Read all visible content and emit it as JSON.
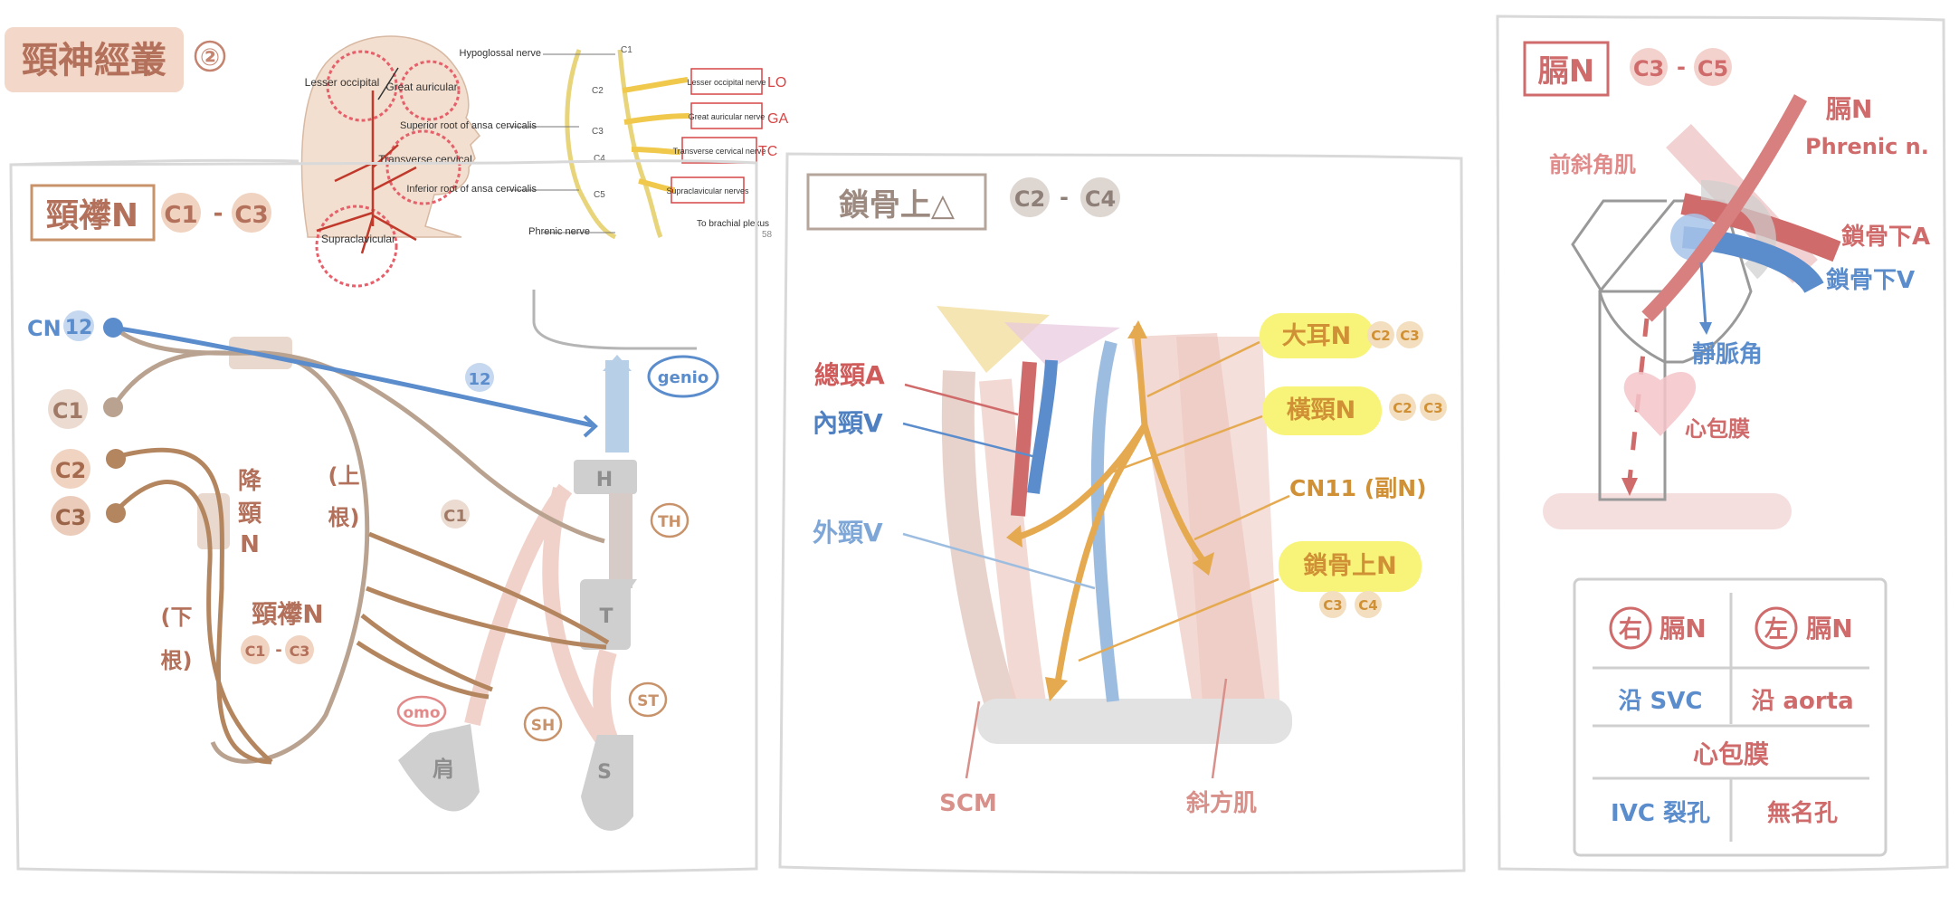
{
  "header": {
    "title": "頸神經叢",
    "number": "②"
  },
  "reference_figure": {
    "head_labels": [
      "Lesser occipital",
      "Great auricular",
      "Transverse cervical",
      "Supraclavicular"
    ],
    "left_labels": [
      "Hypoglossal nerve",
      "Superior root of ansa cervicalis",
      "Inferior root of ansa cervicalis",
      "Phrenic nerve"
    ],
    "levels": [
      "C1",
      "C2",
      "C3",
      "C4",
      "C5"
    ],
    "boxed_labels": [
      "Lesser occipital nerve",
      "Great auricular nerve",
      "Transverse cervical nerve",
      "Supraclavicular nerves"
    ],
    "abbreviations": [
      "LO",
      "GA",
      "TC"
    ],
    "bottom_right": "To brachial plexus",
    "page_number": "58"
  },
  "panel1": {
    "title": "頸襻N",
    "levels": [
      "C1",
      "C3"
    ],
    "dash": "-",
    "cn12": {
      "prefix": "CN",
      "num": "12"
    },
    "roots": [
      "C1",
      "C2",
      "C3"
    ],
    "badge_12": "12",
    "genio": "genio",
    "descending_cervical": [
      "降",
      "頸",
      "N"
    ],
    "upper_root": [
      "(上",
      "根)"
    ],
    "lower_root": [
      "(下",
      "根)"
    ],
    "c1_badge": "C1",
    "ansa_label": "頸襻N",
    "ansa_levels": [
      "C1",
      "C3"
    ],
    "muscles": {
      "H": "H",
      "T": "T",
      "S": "S",
      "shoulder": "肩"
    },
    "badges": {
      "TH": "TH",
      "ST": "ST",
      "SH": "SH",
      "omo": "omo"
    }
  },
  "panel2": {
    "title": "鎖骨上△",
    "levels": [
      "C2",
      "C4"
    ],
    "dash": "-",
    "left_labels": {
      "cca": "總頸A",
      "ijv": "內頸V",
      "ejv": "外頸V"
    },
    "right_labels": {
      "great_auricular": "大耳N",
      "transverse_cervical": "橫頸N",
      "accessory": "CN11 (副N)",
      "supraclavicular": "鎖骨上N"
    },
    "right_levels": {
      "great_auricular": [
        "C2",
        "C3"
      ],
      "transverse_cervical": [
        "C2",
        "C3"
      ],
      "supraclavicular": [
        "C3",
        "C4"
      ]
    },
    "bottom_labels": {
      "scm": "SCM",
      "trapezius": "斜方肌"
    }
  },
  "panel3": {
    "title": "膈N",
    "levels": [
      "C3",
      "C5"
    ],
    "dash": "-",
    "phrenic": {
      "zh": "膈N",
      "en": "Phrenic n."
    },
    "scalene": "前斜角肌",
    "subclavian_a": "鎖骨下A",
    "subclavian_v": "鎖骨下V",
    "brachiocephalic": "靜脈角",
    "pericardium": "心包膜",
    "table": {
      "header": [
        {
          "circle": "右",
          "text": "膈N"
        },
        {
          "circle": "左",
          "text": "膈N"
        }
      ],
      "row1": [
        "沿 SVC",
        "沿 aorta"
      ],
      "row2": "心包膜",
      "row3": [
        "IVC 裂孔",
        "無名孔"
      ]
    }
  },
  "colors": {
    "brown": "#b08260",
    "blue": "#5b8ccc",
    "red": "#cf6b6b",
    "orange": "#e5a94f",
    "highlight": "#f8f47a",
    "muscle_pink": "#f0cfc8",
    "gray": "#cfcfcf",
    "salmon_bg": "#f3d7c8"
  }
}
